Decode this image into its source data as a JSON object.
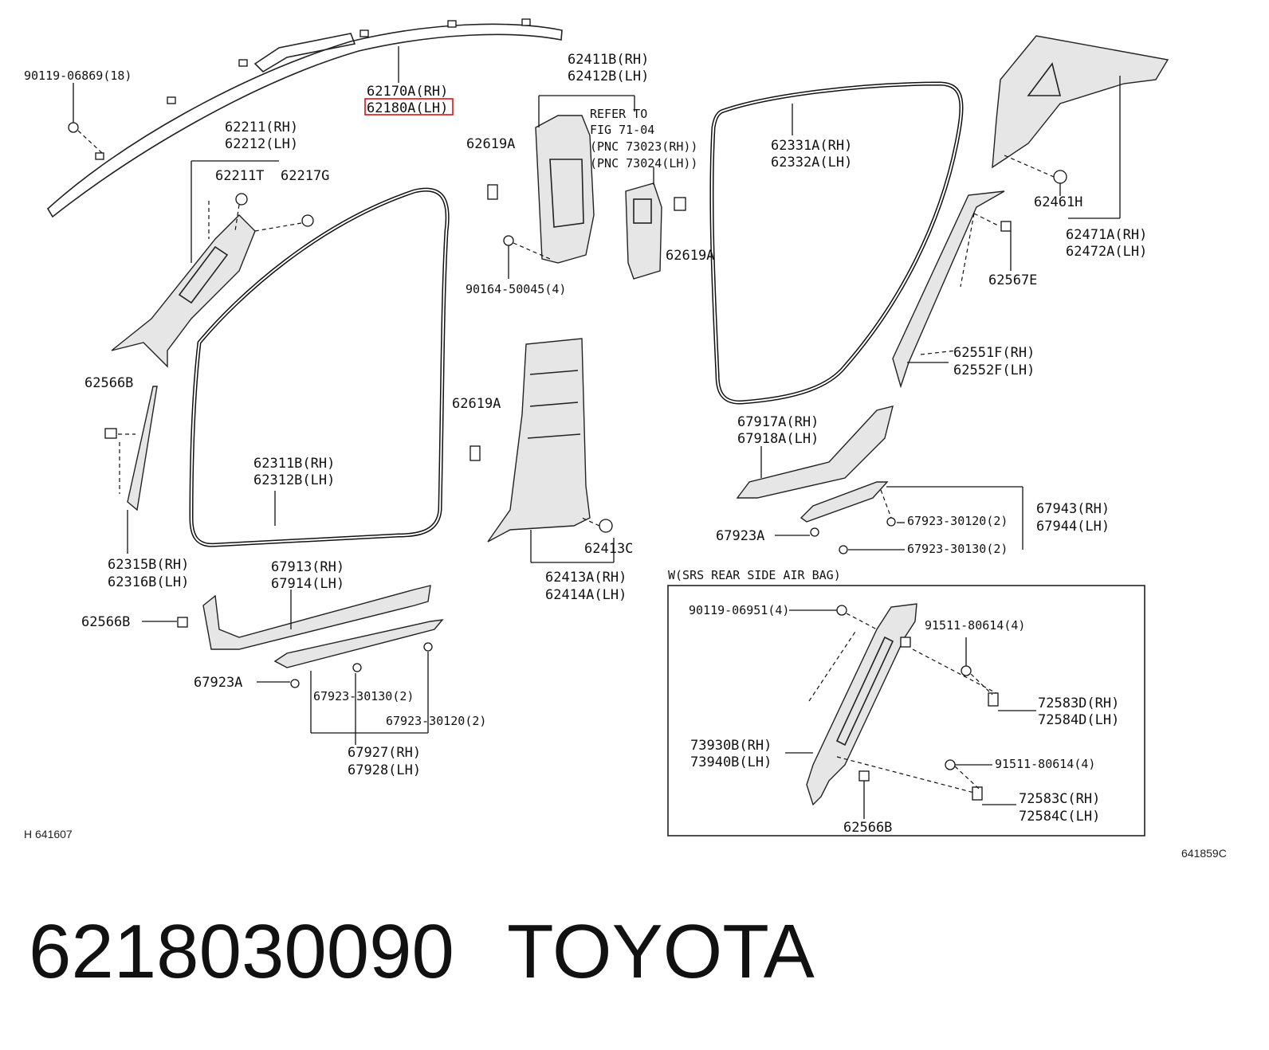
{
  "diagram": {
    "labels": {
      "p90119_06869": "90119-06869(18)",
      "p62170A": "62170A(RH)",
      "p62180A": "62180A(LH)",
      "p62211": "62211(RH)",
      "p62212": "62212(LH)",
      "p62211T": "62211T",
      "p62217G": "62217G",
      "p62619A_1": "62619A",
      "p62411B": "62411B(RH)",
      "p62412B": "62412B(LH)",
      "refer_1": "REFER TO",
      "refer_2": "FIG 71-04",
      "refer_3": "(PNC 73023(RH))",
      "refer_4": "(PNC 73024(LH))",
      "p62619A_2": "62619A",
      "p90164_50045": "90164-50045(4)",
      "p62331A": "62331A(RH)",
      "p62332A": "62332A(LH)",
      "p62461H": "62461H",
      "p62471A": "62471A(RH)",
      "p62472A": "62472A(LH)",
      "p62567E": "62567E",
      "p62551F": "62551F(RH)",
      "p62552F": "62552F(LH)",
      "p62566B_1": "62566B",
      "p62619A_3": "62619A",
      "p62311B": "62311B(RH)",
      "p62312B": "62312B(LH)",
      "p67917A": "67917A(RH)",
      "p67918A": "67918A(LH)",
      "p67943": "67943(RH)",
      "p67944": "67944(LH)",
      "p67923_30120_a": "67923-30120(2)",
      "p67923A_1": "67923A",
      "p67923_30130_a": "67923-30130(2)",
      "p62413C": "62413C",
      "p62315B": "62315B(RH)",
      "p62316B": "62316B(LH)",
      "p62413A": "62413A(RH)",
      "p62414A": "62414A(LH)",
      "p67913": "67913(RH)",
      "p67914": "67914(LH)",
      "p62566B_2": "62566B",
      "p67923A_2": "67923A",
      "p67923_30130_b": "67923-30130(2)",
      "p67923_30120_b": "67923-30120(2)",
      "p67927": "67927(RH)",
      "p67928": "67928(LH)",
      "inset_title": "W(SRS REAR SIDE AIR BAG)",
      "p90119_06951": "90119-06951(4)",
      "p91511_80614_a": "91511-80614(4)",
      "p72583D": "72583D(RH)",
      "p72584D": "72584D(LH)",
      "p73930B": "73930B(RH)",
      "p73940B": "73940B(LH)",
      "p91511_80614_b": "91511-80614(4)",
      "p72583C": "72583C(RH)",
      "p72584C": "72584C(LH)",
      "p62566B_3": "62566B",
      "code_left": "H 641607",
      "code_right": "641859C"
    }
  },
  "footer": {
    "part_number": "6218030090",
    "brand": "TOYOTA"
  }
}
